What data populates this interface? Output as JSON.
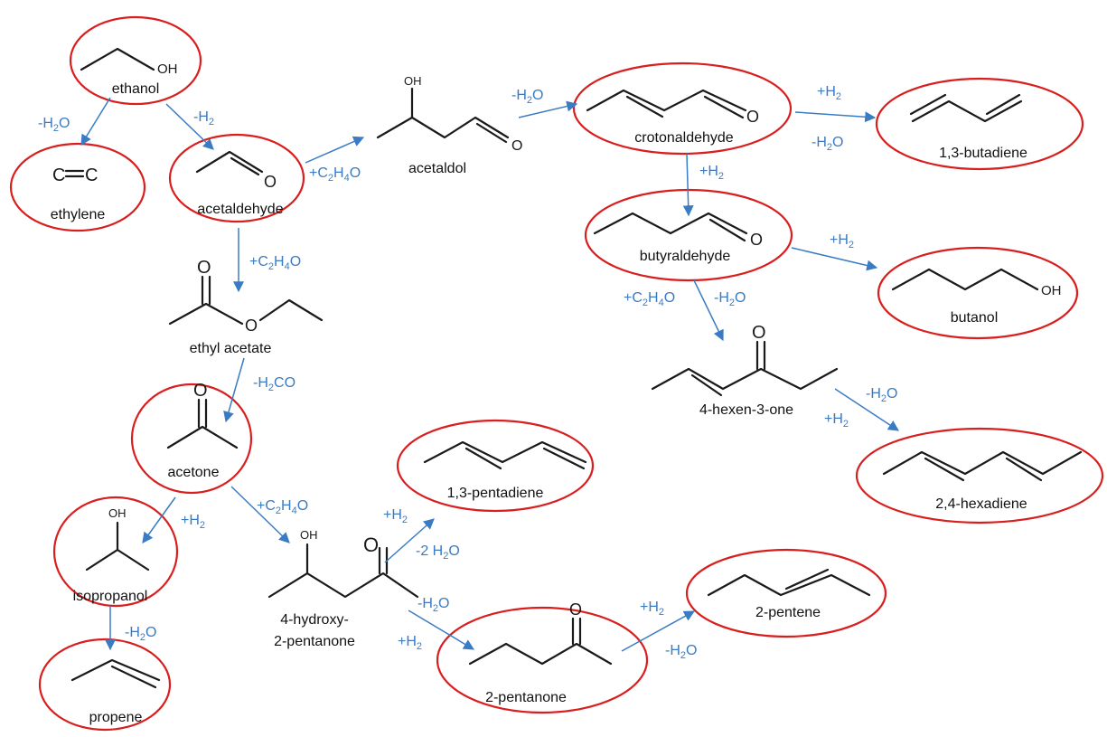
{
  "colors": {
    "ring": "#d91e1e",
    "arrow": "#3a7cc4",
    "bond": "#1a1a1a"
  },
  "molecules": {
    "ethanol": "ethanol",
    "ethylene": "ethylene",
    "acetaldehyde": "acetaldehyde",
    "acetaldol": "acetaldol",
    "crotonaldehyde": "crotonaldehyde",
    "butadiene": "1,3-butadiene",
    "butyraldehyde": "butyraldehyde",
    "butanol": "butanol",
    "ethyl_acetate": "ethyl acetate",
    "hexenone": "4-hexen-3-one",
    "hexadiene": "2,4-hexadiene",
    "acetone": "acetone",
    "pentadiene": "1,3-pentadiene",
    "isopropanol": "isopropanol",
    "hydroxypentanone_1": "4-hydroxy-",
    "hydroxypentanone_2": "2-pentanone",
    "pentanone": "2-pentanone",
    "pentene": "2-pentene",
    "propene": "propene"
  },
  "atoms": {
    "O": "O",
    "OH": "OH",
    "C": "C"
  },
  "conditions": {
    "minus_h2o": {
      "pre": "-H",
      "sub": "2",
      "post": "O"
    },
    "minus_h2": {
      "pre": "-H",
      "sub": "2",
      "post": ""
    },
    "plus_h2": {
      "pre": "+H",
      "sub": "2",
      "post": ""
    },
    "plus_c2h4o": {
      "pre": "+C",
      "sub": "2",
      "mid": "H",
      "sub2": "4",
      "post": "O"
    },
    "minus_h2co": {
      "pre": "-H",
      "sub": "2",
      "post": "CO"
    },
    "minus_2h2o": {
      "pre": "-2 H",
      "sub": "2",
      "post": "O"
    }
  }
}
